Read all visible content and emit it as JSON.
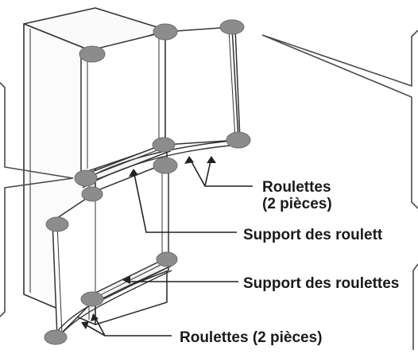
{
  "labels": {
    "casters_top_line1": "Roulettes",
    "casters_top_line2": "(2 pièces)",
    "support_top": "Support des roulett",
    "support_bottom": "Support des roulettes",
    "casters_bottom": "Roulettes (2 pièces)"
  },
  "colors": {
    "outline": "#333333",
    "marker": "#8c8c8c",
    "bracket": "#4a4a4a"
  }
}
